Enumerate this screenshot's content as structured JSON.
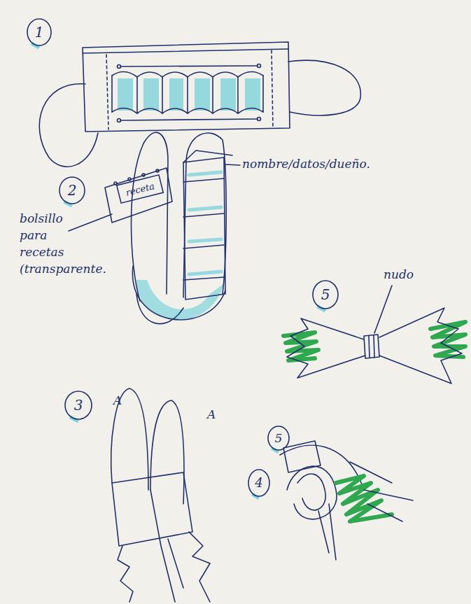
{
  "diagram": {
    "nodes": [
      {
        "text": [
          "1"
        ]
      },
      {
        "text": [
          "2"
        ]
      },
      {
        "text": [
          "receta"
        ]
      },
      {
        "text": [
          "5"
        ]
      },
      {
        "text": [
          "3"
        ]
      },
      {
        "text": [
          "5"
        ]
      },
      {
        "text": [
          "4"
        ]
      }
    ],
    "labels": [
      "nombre/datos/dueño.",
      "bolsillo para recetas (transparente.",
      "nudo",
      "A",
      "A"
    ]
  }
}
